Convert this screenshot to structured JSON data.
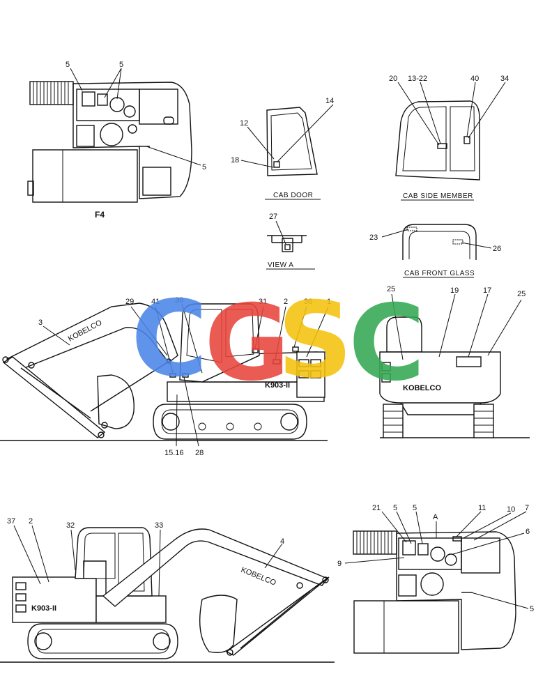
{
  "figure_id": "F4",
  "captions": {
    "cab_door": "CAB  DOOR",
    "cab_side_member": "CAB  SIDE  MEMBER",
    "view_a": "VIEW  A",
    "cab_front_glass": "CAB  FRONT  GLASS"
  },
  "decals": {
    "model_side": "K903-II",
    "model_right": "K903-II",
    "brand_rear": "KOBELCO",
    "boom_brand": "KOBELCO"
  },
  "watermark": {
    "letters": [
      "C",
      "G",
      "S",
      "C"
    ],
    "colors": [
      "#4a86e8",
      "#e8453c",
      "#f4c20d",
      "#34a853"
    ]
  },
  "callouts": {
    "topleft": [
      "5",
      "5",
      "5"
    ],
    "door": [
      "12",
      "14",
      "18"
    ],
    "side_member": [
      "20",
      "13-22",
      "40",
      "34"
    ],
    "view_a": [
      "27"
    ],
    "front_glass": [
      "23",
      "26"
    ],
    "side_view": [
      "3",
      "29",
      "41",
      "30",
      "31",
      "2",
      "36",
      "1",
      "15.16",
      "28"
    ],
    "rear_view": [
      "25",
      "19",
      "17",
      "25"
    ],
    "bottom_left": [
      "37",
      "2",
      "32",
      "33",
      "4"
    ],
    "bottom_right": [
      "21",
      "5",
      "5",
      "A",
      "11",
      "10",
      "7",
      "6",
      "9",
      "5"
    ]
  }
}
